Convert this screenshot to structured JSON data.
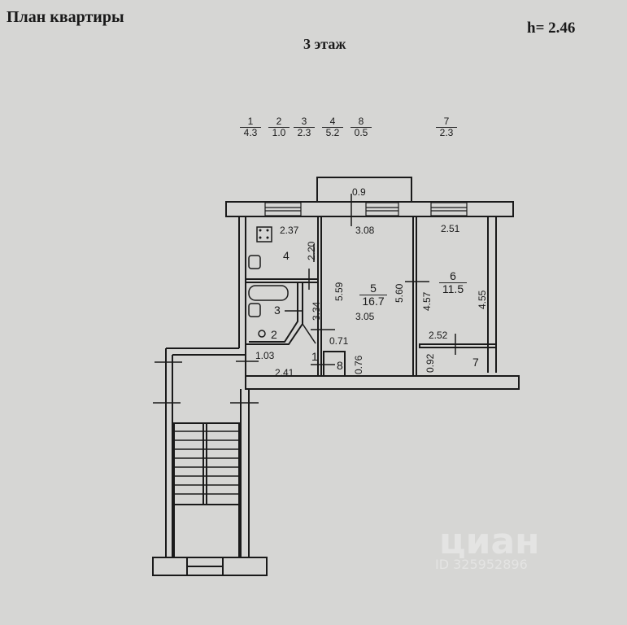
{
  "header": {
    "title": "План квартиры",
    "ceiling_height": "h= 2.46",
    "floor": "3 этаж"
  },
  "room_legend": [
    {
      "room": "1",
      "area": "4.3"
    },
    {
      "room": "2",
      "area": "1.0"
    },
    {
      "room": "3",
      "area": "2.3"
    },
    {
      "room": "4",
      "area": "5.2"
    },
    {
      "room": "8",
      "area": "0.5"
    },
    {
      "room": "7",
      "area": "2.3"
    }
  ],
  "plan": {
    "balcony_width": "0.9",
    "rooms": {
      "r1": "1",
      "r2": "2",
      "r3": "3",
      "r4": "4",
      "r5_num": "5",
      "r5_area": "16.7",
      "r6_num": "6",
      "r6_area": "11.5",
      "r7": "7",
      "r8": "8"
    },
    "dimensions": {
      "kitchen_width": "2.37",
      "kitchen_depth": "2.20",
      "room5_top": "3.08",
      "room5_left": "5.59",
      "room5_right": "5.60",
      "room5_width": "3.05",
      "room6_top": "2.51",
      "room6_left": "4.57",
      "room6_right": "4.55",
      "room6_bottom": "2.52",
      "bath_depth": "3.34",
      "hall_gap": "0.71",
      "closet8_depth": "0.76",
      "closet7_depth": "0.92",
      "entry_width": "1.03",
      "hall_width": "2.41"
    }
  },
  "watermark": {
    "brand": "циан",
    "id": "ID 325952896"
  }
}
